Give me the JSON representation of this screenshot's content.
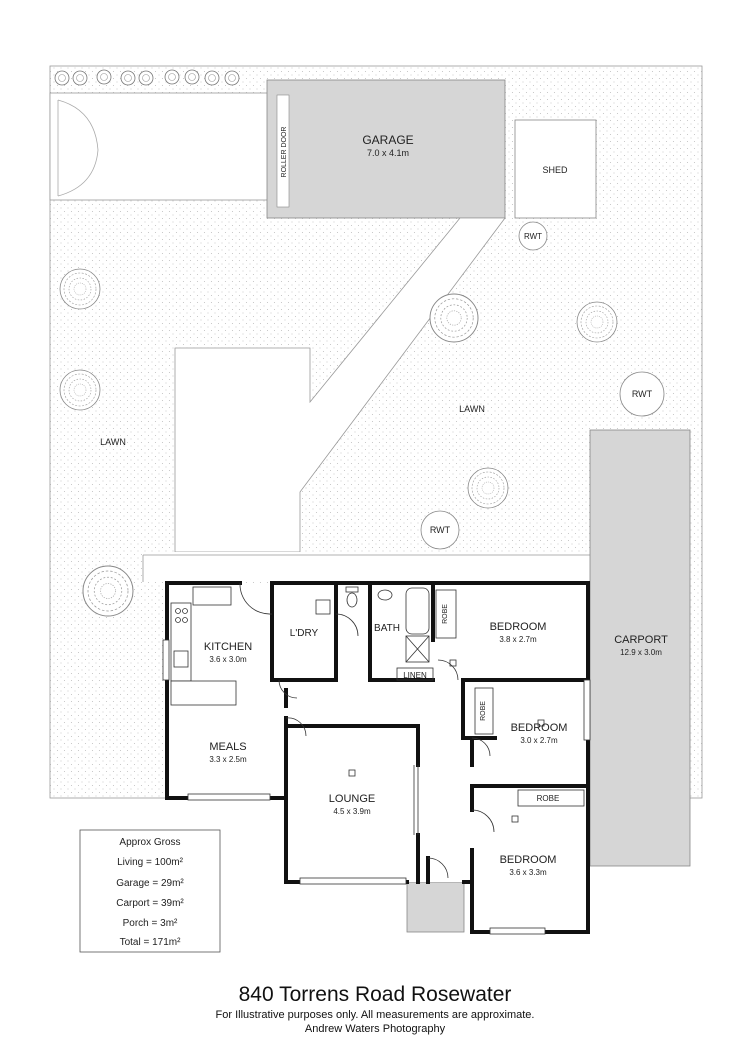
{
  "property": {
    "address": "840 Torrens Road Rosewater",
    "disclaimer": "For Illustrative purposes only.  All measurements are approximate.",
    "credit": "Andrew Waters Photography"
  },
  "rooms": {
    "garage": {
      "name": "GARAGE",
      "size": "7.0 x 4.1m"
    },
    "roller_door": "ROLLER DOOR",
    "shed": "SHED",
    "carport": {
      "name": "CARPORT",
      "size": "12.9 x 3.0m"
    },
    "kitchen": {
      "name": "KITCHEN",
      "size": "3.6 x 3.0m"
    },
    "laundry": "L'DRY",
    "bath": "BATH",
    "linen": "LINEN",
    "bedroom1": {
      "name": "BEDROOM",
      "size": "3.8 x 2.7m",
      "robe": "ROBE"
    },
    "bedroom2": {
      "name": "BEDROOM",
      "size": "3.0 x 2.7m",
      "robe": "ROBE"
    },
    "bedroom3": {
      "name": "BEDROOM",
      "size": "3.6 x 3.3m",
      "robe": "ROBE"
    },
    "meals": {
      "name": "MEALS",
      "size": "3.3 x 2.5m"
    },
    "lounge": {
      "name": "LOUNGE",
      "size": "4.5 x 3.9m"
    }
  },
  "yard": {
    "lawn_left": "LAWN",
    "lawn_right": "LAWN",
    "rwt_1": "RWT",
    "rwt_2": "RWT",
    "rwt_3": "RWT"
  },
  "areas": {
    "heading": "Approx Gross",
    "living": "Living = 100m²",
    "garage": "Garage = 29m²",
    "carport": "Carport = 39m²",
    "porch": "Porch = 3m²",
    "total": "Total = 171m²"
  },
  "colors": {
    "lawn_dots": "#c8c8c8",
    "garage_fill": "#d6d6d6",
    "carport_fill": "#d6d6d6",
    "porch_fill": "#d6d6d6",
    "wall": "#111111"
  }
}
